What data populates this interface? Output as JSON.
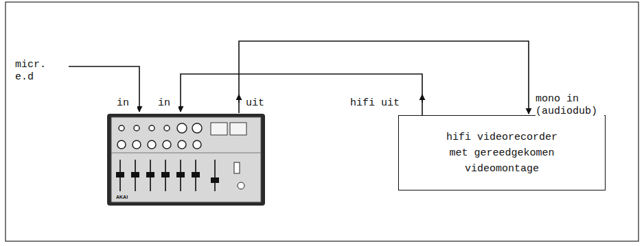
{
  "diagram": {
    "nodes": [
      {
        "text": [
          "AKAI"
        ]
      },
      {
        "text": [
          "hifi videorecorder met gereedgekomen videomontage"
        ]
      }
    ],
    "edges": [
      {
        "from": 1,
        "to": 0,
        "arrow": "to"
      },
      {
        "from": 0,
        "to": 1,
        "arrow": "to"
      }
    ],
    "labels": [
      "micr. e.d",
      "in",
      "in",
      "uit",
      "hifi uit",
      "mono in (audiodub)"
    ]
  }
}
